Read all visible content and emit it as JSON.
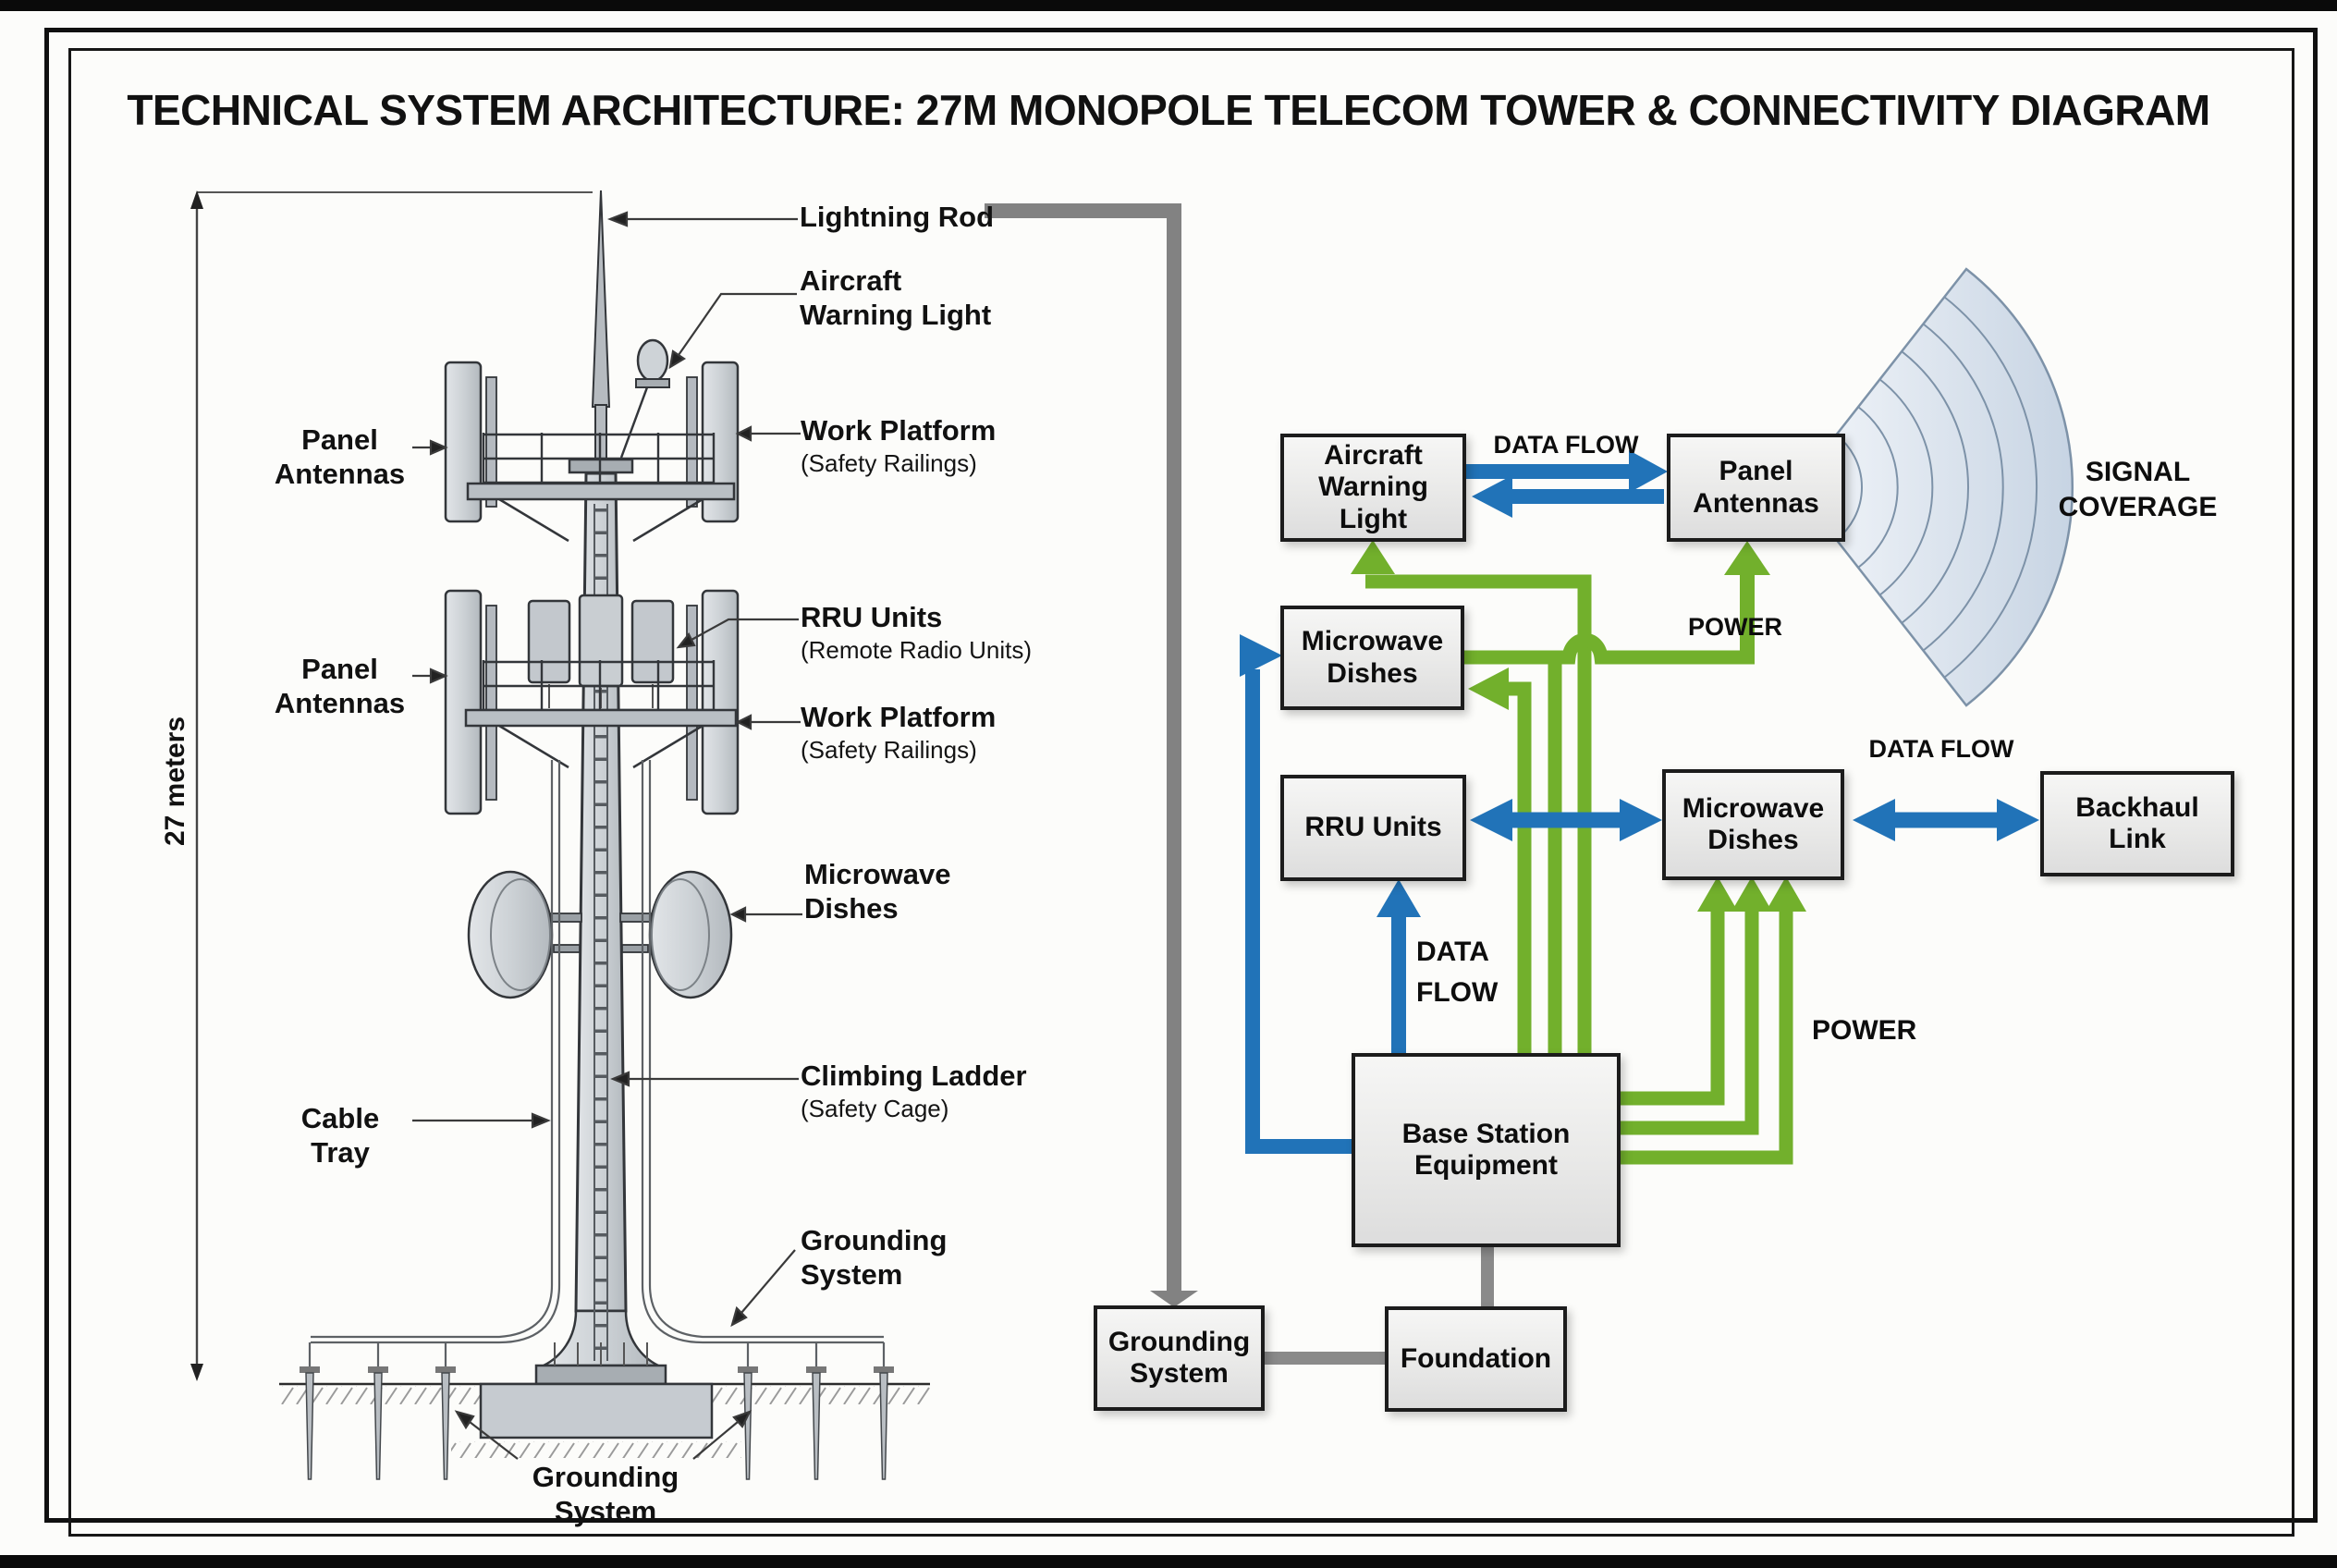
{
  "title": "TECHNICAL SYSTEM ARCHITECTURE: 27M MONOPOLE TELECOM TOWER & CONNECTIVITY DIAGRAM",
  "tower": {
    "height": "27 meters",
    "labels": {
      "lightning_rod": "Lightning Rod",
      "aircraft_warning_light": "Aircraft\nWarning Light",
      "panel_antennas_upper": "Panel\nAntennas",
      "work_platform_upper": "Work Platform",
      "work_platform_upper_sub": "(Safety Railings)",
      "rru_units": "RRU Units",
      "rru_units_sub": "(Remote Radio Units)",
      "panel_antennas_lower": "Panel\nAntennas",
      "work_platform_lower": "Work Platform",
      "work_platform_lower_sub": "(Safety Railings)",
      "microwave_dishes": "Microwave\nDishes",
      "climbing_ladder": "Climbing Ladder",
      "climbing_ladder_sub": "(Safety Cage)",
      "cable_tray": "Cable Tray",
      "grounding_system_side": "Grounding\nSystem",
      "grounding_system_bottom": "Grounding System"
    }
  },
  "flowchart": {
    "nodes": {
      "aircraft_warning_light": "Aircraft\nWarning\nLight",
      "panel_antennas": "Panel\nAntennas",
      "microwave_dishes_upper": "Microwave\nDishes",
      "rru_units": "RRU Units",
      "microwave_dishes_lower": "Microwave\nDishes",
      "backhaul_link": "Backhaul\nLink",
      "base_station": "Base Station\nEquipment",
      "grounding_system": "Grounding\nSystem",
      "foundation": "Foundation"
    },
    "edge_labels": {
      "data_flow_top": "DATA FLOW",
      "power_upper": "POWER",
      "data_flow_right": "DATA FLOW",
      "data_flow_vertical": "DATA\nFLOW",
      "power_lower": "POWER",
      "signal_coverage": "SIGNAL\nCOVERAGE"
    }
  },
  "colors": {
    "data_flow_blue": "#2173b8",
    "power_green": "#72b02c",
    "structure_gray": "#828282",
    "fan_blue": "#c7d4e3"
  }
}
